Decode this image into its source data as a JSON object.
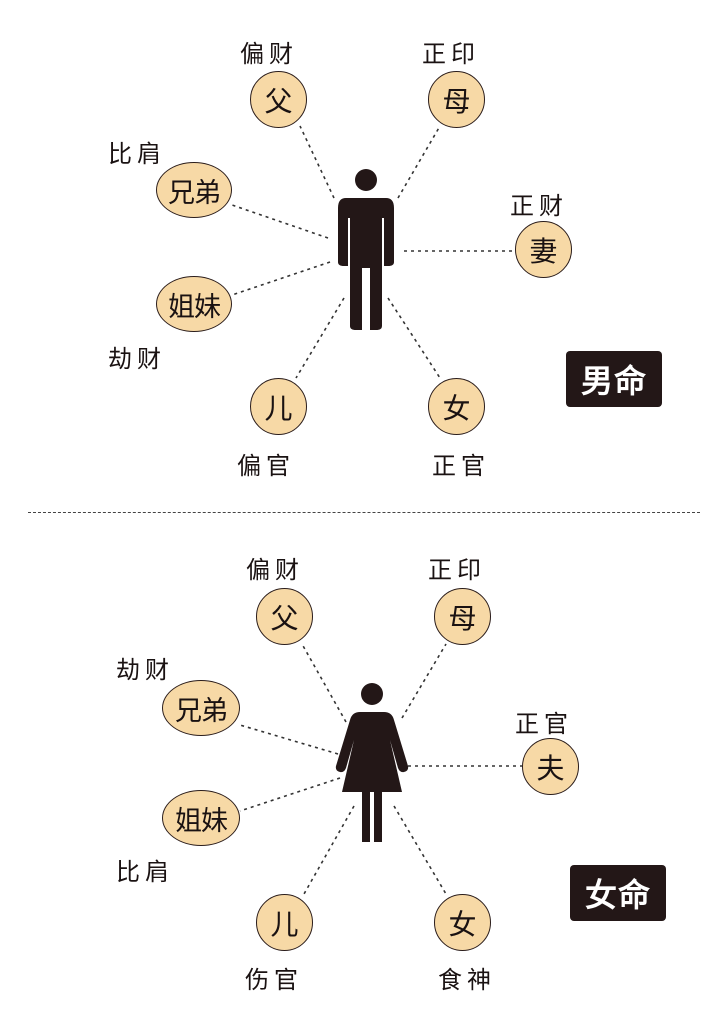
{
  "male": {
    "badge": "男命",
    "nodes": {
      "father": {
        "char": "父",
        "role": "偏财"
      },
      "mother": {
        "char": "母",
        "role": "正印"
      },
      "siblings": {
        "char": "兄弟",
        "role": "比肩"
      },
      "wife": {
        "char": "妻",
        "role": "正财"
      },
      "sisters": {
        "char": "姐妹",
        "role": "劫财"
      },
      "son": {
        "char": "儿",
        "role": "偏官"
      },
      "daughter": {
        "char": "女",
        "role": "正官"
      }
    }
  },
  "female": {
    "badge": "女命",
    "nodes": {
      "father": {
        "char": "父",
        "role": "偏财"
      },
      "mother": {
        "char": "母",
        "role": "正印"
      },
      "siblings": {
        "char": "兄弟",
        "role": "劫财"
      },
      "husband": {
        "char": "夫",
        "role": "正官"
      },
      "sisters": {
        "char": "姐妹",
        "role": "比肩"
      },
      "son": {
        "char": "儿",
        "role": "伤官"
      },
      "daughter": {
        "char": "女",
        "role": "食神"
      }
    }
  },
  "colors": {
    "node_fill": "#f7d9a6",
    "figure": "#231717",
    "badge_bg": "#231717",
    "badge_text": "#ffffff"
  }
}
